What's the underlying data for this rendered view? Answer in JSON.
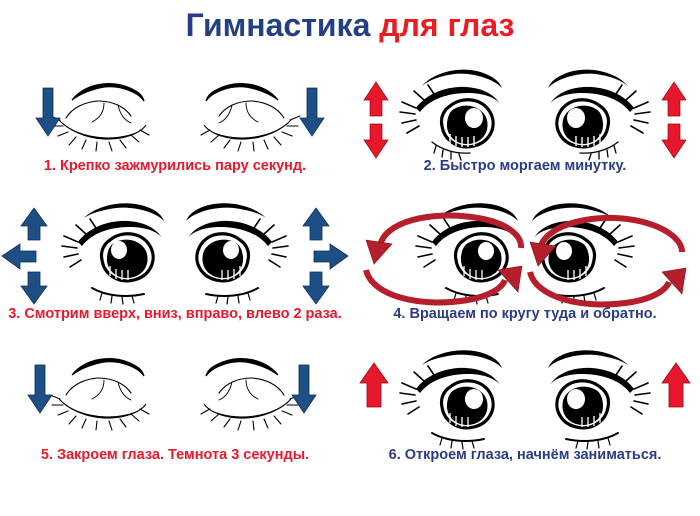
{
  "title": {
    "part_blue": "Гимнастика",
    "part_red": "для глаз",
    "full": "Гимнастика для глаз"
  },
  "colors": {
    "title_blue": "#243f86",
    "title_red": "#ed1b24",
    "caption_red": "#e8192c",
    "caption_blue": "#2b3c85",
    "arrow_blue": "#1d4e86",
    "arrow_red": "#e8172b",
    "arrow_darkred": "#b51f2b",
    "line_black": "#000000",
    "background": "#ffffff"
  },
  "panels": [
    {
      "number": "1",
      "caption": "1. Крепко зажмурились пару секунд.",
      "caption_color": "red",
      "eyes": "closed",
      "arrows": "single-down-blue",
      "arrow_color": "#1d4e86",
      "icon_name": "closed-eyes-with-down-arrows"
    },
    {
      "number": "2",
      "caption": "2. Быстро моргаем минутку.",
      "caption_color": "blue",
      "eyes": "open",
      "arrows": "up-and-down-red",
      "arrow_color": "#e8172b",
      "icon_name": "open-eyes-with-up-down-arrows"
    },
    {
      "number": "3",
      "caption": "3. Смотрим вверх, вниз, вправо, влево 2 раза.",
      "caption_color": "red",
      "eyes": "open",
      "arrows": "up-down-outward-blue",
      "arrow_color": "#1d4e86",
      "icon_name": "open-eyes-with-four-direction-arrows"
    },
    {
      "number": "4",
      "caption": "4. Вращаем по кругу туда и обратно.",
      "caption_color": "blue",
      "eyes": "open",
      "arrows": "circular-darkred",
      "arrow_color": "#b51f2b",
      "icon_name": "open-eyes-with-circular-arrows"
    },
    {
      "number": "5",
      "caption": "5. Закроем глаза. Темнота 3 секунды.",
      "caption_color": "red",
      "eyes": "closed",
      "arrows": "single-down-blue",
      "arrow_color": "#1d4e86",
      "icon_name": "closed-eyes-with-down-arrows"
    },
    {
      "number": "6",
      "caption": "6. Откроем глаза, начнём заниматься.",
      "caption_color": "blue",
      "eyes": "open",
      "arrows": "single-up-red",
      "arrow_color": "#e8172b",
      "icon_name": "open-eyes-with-up-arrows"
    }
  ]
}
